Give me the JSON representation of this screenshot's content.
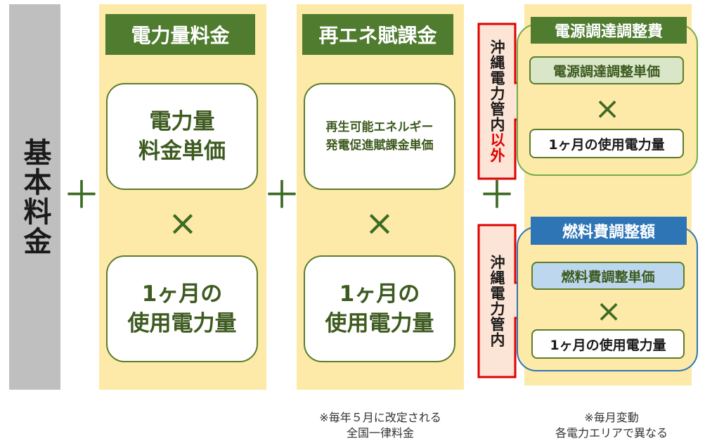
{
  "base": {
    "label": "基本料金"
  },
  "operator_plus": "＋",
  "operator_times": "×",
  "col1": {
    "header": "電力量料金",
    "box1": "電力量\n料金単価",
    "box2": "1ヶ月の\n使用電力量"
  },
  "col2": {
    "header": "再エネ賦課金",
    "box1": "再生可能エネルギー\n発電促進賦課金単価",
    "box2": "1ヶ月の\n使用電力量",
    "note": "※毎年５月に改定される\n全国一律料金"
  },
  "right": {
    "label_outside_a": "沖縄電力管内",
    "label_outside_b": "以外",
    "label_inside": "沖縄電力管内",
    "top": {
      "header": "電源調達調整費",
      "box1": "電源調達調整単価",
      "box2": "1ヶ月の使用電力量"
    },
    "bottom": {
      "header": "燃料費調整額",
      "box1": "燃料費調整単価",
      "box2": "1ヶ月の使用電力量"
    },
    "note": "※毎月変動\n各電力エリアで異なる"
  },
  "colors": {
    "header_green": "#4f7c2f",
    "column_yellow": "#fde9a8",
    "header_blue": "#2e75b6",
    "arrow_fill": "#fce4d6",
    "arrow_border": "#e00000"
  }
}
